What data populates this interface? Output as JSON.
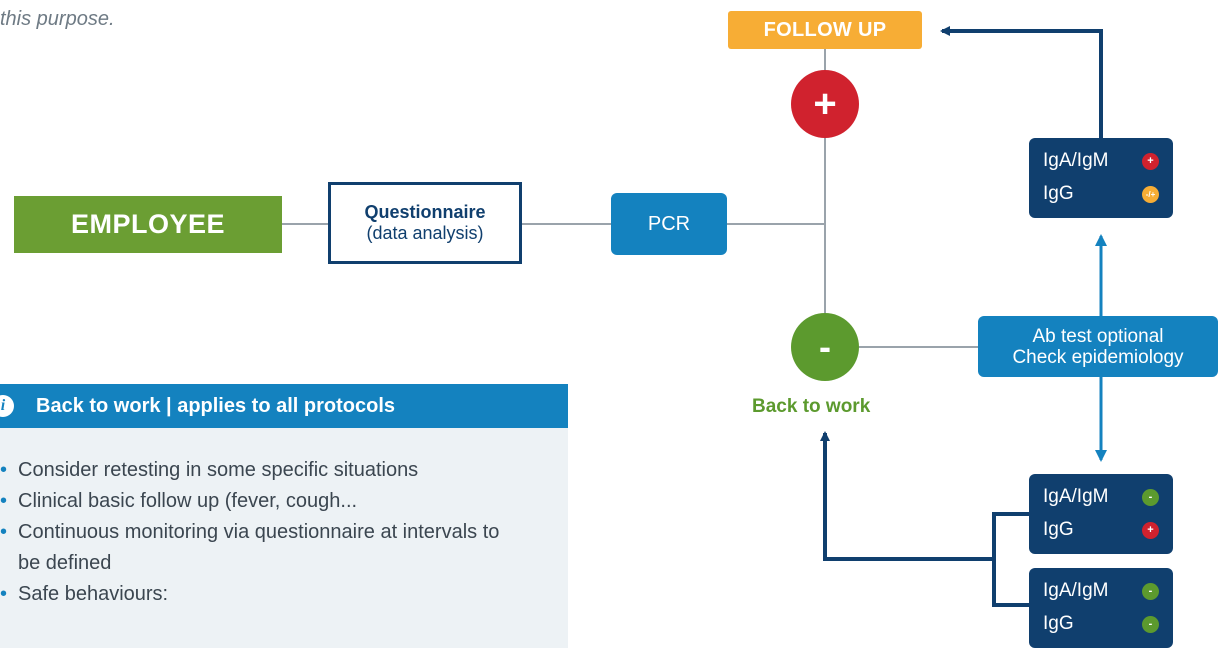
{
  "intro_text": "this purpose.",
  "employee_label": "EMPLOYEE",
  "questionnaire": {
    "title": "Questionnaire",
    "subtitle": "(data analysis)"
  },
  "pcr_label": "PCR",
  "follow_up_label": "FOLLOW UP",
  "positive_symbol": "+",
  "negative_symbol": "-",
  "back_to_work_label": "Back to work",
  "ab_test": {
    "line1": "Ab test optional",
    "line2": "Check epidemiology"
  },
  "results": [
    {
      "rows": [
        {
          "label": "IgA/IgM",
          "status": "+"
        },
        {
          "label": "IgG",
          "status": "-/+"
        }
      ]
    },
    {
      "rows": [
        {
          "label": "IgA/IgM",
          "status": "-"
        },
        {
          "label": "IgG",
          "status": "+"
        }
      ]
    },
    {
      "rows": [
        {
          "label": "IgA/IgM",
          "status": "-"
        },
        {
          "label": "IgG",
          "status": "-"
        }
      ]
    }
  ],
  "info_panel": {
    "title": "Back to work | applies to all protocols",
    "items": [
      "Consider retesting in some specific situations",
      "Clinical basic follow up (fever, cough...",
      "Continuous monitoring via questionnaire at intervals to be defined",
      "Safe behaviours:"
    ]
  },
  "colors": {
    "navy": "#103f6e",
    "blue": "#1482bf",
    "green": "#5c9a2e",
    "red": "#d0222e",
    "orange": "#f7ad35",
    "connector_gray": "#9aa3ab"
  }
}
